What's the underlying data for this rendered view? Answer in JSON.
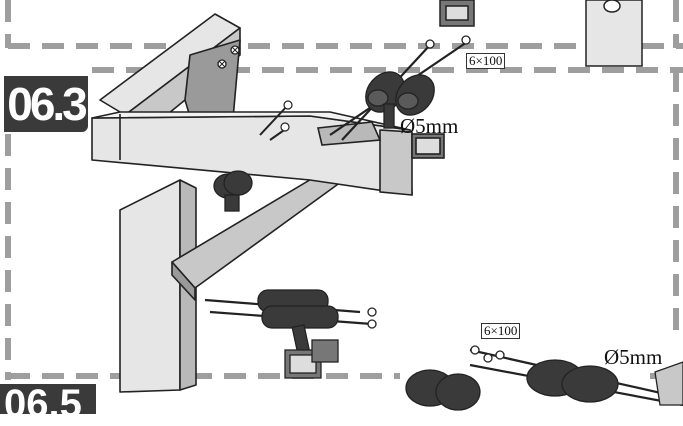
{
  "step_current": "06.3",
  "step_next": "06.5",
  "screw_spec_top": "6×100",
  "screw_spec_bottom": "6×100",
  "drill_bit_top": "Ø5mm",
  "drill_bit_bottom": "Ø5mm",
  "colors": {
    "badge": "#3a3a3a",
    "wood_light": "#e6e6e6",
    "wood_mid": "#c8c8c8",
    "wood_dark": "#9a9a9a",
    "dash": "#9e9e9e",
    "outline": "#222222"
  },
  "icons": [
    "drill-icon",
    "screw-icon"
  ]
}
